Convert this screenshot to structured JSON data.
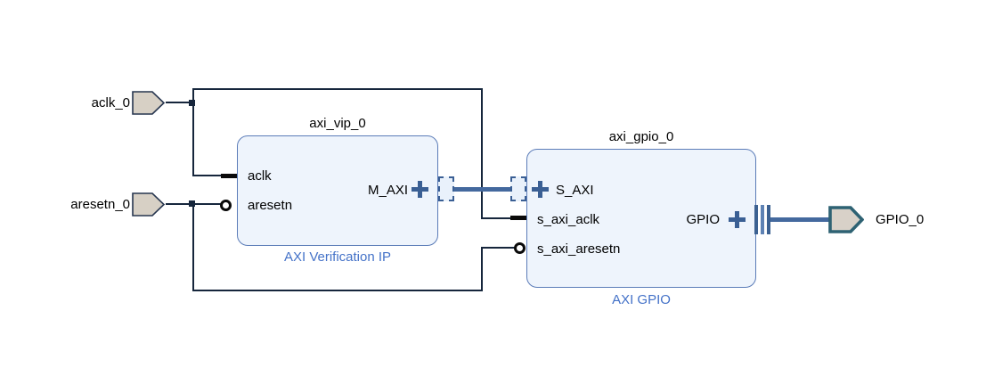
{
  "diagram": {
    "tool": "block-design-canvas",
    "colors": {
      "background": "#ffffff",
      "wire": "#16263c",
      "interface_bus": "#44699e",
      "block_fill": "#eef4fc",
      "block_border": "#5b7cb8",
      "block_sublabel_text": "#4472c8",
      "plus_icon": "#3a5f94",
      "port_fill": "#d7d0c5",
      "port_border": "#26354f",
      "interface_port_border": "#2e6273"
    },
    "icons": {
      "expand_plus": "+",
      "clock_stub": "thick black tick",
      "active_low_bubble": "black ring",
      "interface_pin_marker": "dashed blue square",
      "external_interface_bars": "|||"
    },
    "external_ports": [
      {
        "label": "aclk_0",
        "kind": "input-port"
      },
      {
        "label": "aresetn_0",
        "kind": "input-port"
      },
      {
        "label": "GPIO_0",
        "kind": "interface-output-port"
      }
    ],
    "blocks": [
      {
        "title": "axi_vip_0",
        "type_label": "AXI Verification IP",
        "left_pins": [
          {
            "name": "aclk",
            "kind": "clock"
          },
          {
            "name": "aresetn",
            "kind": "reset-active-low"
          }
        ],
        "right_pins": [
          {
            "name": "M_AXI",
            "kind": "interface-master"
          }
        ]
      },
      {
        "title": "axi_gpio_0",
        "type_label": "AXI GPIO",
        "left_pins": [
          {
            "name": "S_AXI",
            "kind": "interface-slave"
          },
          {
            "name": "s_axi_aclk",
            "kind": "clock"
          },
          {
            "name": "s_axi_aresetn",
            "kind": "reset-active-low"
          }
        ],
        "right_pins": [
          {
            "name": "GPIO",
            "kind": "interface-external"
          }
        ]
      }
    ],
    "connections": [
      {
        "net": "aclk_0",
        "pins": [
          "axi_vip_0/aclk",
          "axi_gpio_0/s_axi_aclk"
        ]
      },
      {
        "net": "aresetn_0",
        "pins": [
          "axi_vip_0/aresetn",
          "axi_gpio_0/s_axi_aresetn"
        ]
      },
      {
        "net": "axi_vip_0_M_AXI",
        "pins": [
          "axi_vip_0/M_AXI",
          "axi_gpio_0/S_AXI"
        ]
      },
      {
        "net": "axi_gpio_0_GPIO",
        "pins": [
          "axi_gpio_0/GPIO",
          "GPIO_0"
        ]
      }
    ]
  }
}
